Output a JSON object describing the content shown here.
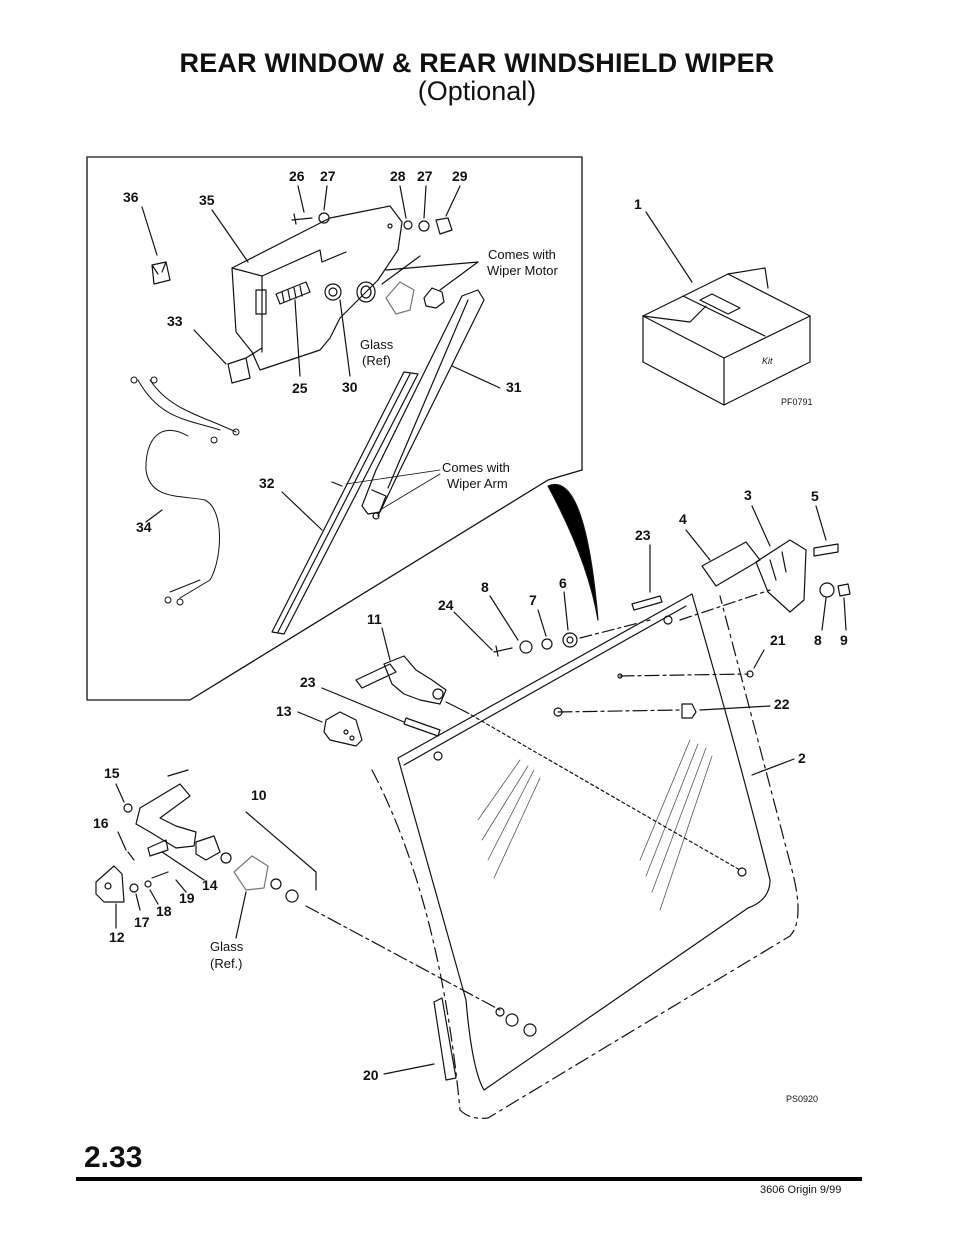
{
  "header": {
    "title": "REAR WINDOW & REAR WINDSHIELD WIPER",
    "subtitle": "(Optional)"
  },
  "footer": {
    "page_number": "2.33",
    "doc_ref": "3606  Origin  9/99"
  },
  "figure_ids": {
    "kit": "PF0791",
    "main": "PS0920"
  },
  "kit_label": "Kit",
  "notes": {
    "wiper_motor": [
      "Comes with",
      "Wiper Motor"
    ],
    "wiper_arm": [
      "Comes with",
      "Wiper Arm"
    ],
    "glass_upper": [
      "Glass",
      "(Ref)"
    ],
    "glass_lower": [
      "Glass",
      "(Ref.)"
    ]
  },
  "callouts": {
    "c1": "1",
    "c2": "2",
    "c3": "3",
    "c4": "4",
    "c5": "5",
    "c6": "6",
    "c7": "7",
    "c8a": "8",
    "c8b": "8",
    "c9": "9",
    "c10": "10",
    "c11": "11",
    "c12": "12",
    "c13": "13",
    "c14": "14",
    "c15": "15",
    "c16": "16",
    "c17": "17",
    "c18": "18",
    "c19": "19",
    "c20": "20",
    "c21": "21",
    "c22": "22",
    "c23a": "23",
    "c23b": "23",
    "c24": "24",
    "c25": "25",
    "c26": "26",
    "c27a": "27",
    "c27b": "27",
    "c28": "28",
    "c29": "29",
    "c30": "30",
    "c31": "31",
    "c32": "32",
    "c33": "33",
    "c34": "34",
    "c35": "35",
    "c36": "36"
  }
}
